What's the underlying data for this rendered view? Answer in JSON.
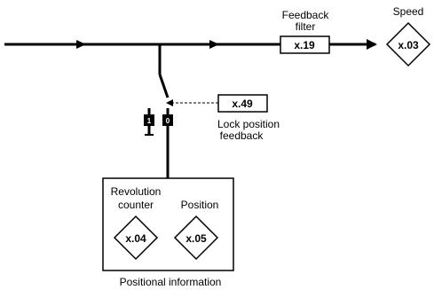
{
  "feedback_filter": {
    "label_line1": "Feedback",
    "label_line2": "filter",
    "param": "x.19"
  },
  "speed": {
    "label": "Speed",
    "param": "x.03"
  },
  "lock_position": {
    "param": "x.49",
    "label_line1": "Lock position",
    "label_line2": "feedback"
  },
  "switch": {
    "pos1": "1",
    "pos0": "0"
  },
  "position_block": {
    "revolution_label_line1": "Revolution",
    "revolution_label_line2": "counter",
    "revolution_param": "x.04",
    "position_label": "Position",
    "position_param": "x.05",
    "caption": "Positional information"
  }
}
